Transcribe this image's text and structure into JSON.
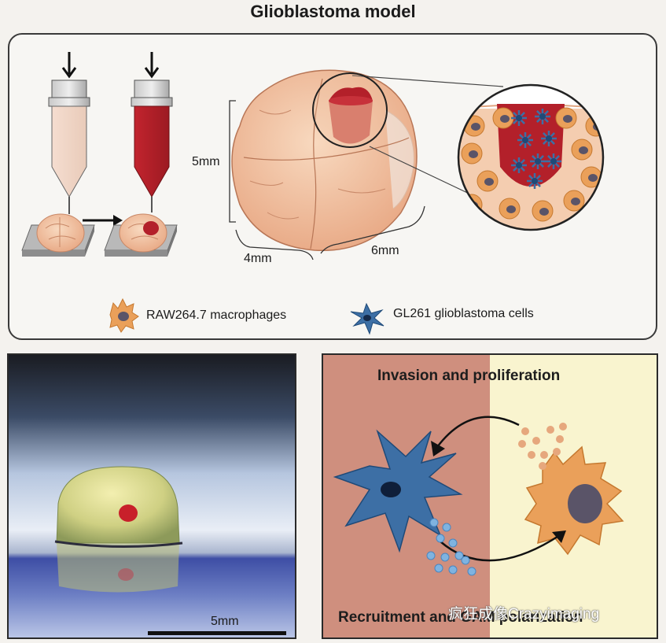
{
  "title": "Glioblastoma model",
  "dimensions": {
    "height": "5mm",
    "depth": "4mm",
    "width": "6mm"
  },
  "legend": {
    "macrophages": "RAW264.7 macrophages",
    "glioblastoma": "GL261 glioblastoma cells"
  },
  "photo": {
    "scale_bar_label": "5mm"
  },
  "interaction": {
    "top_label": "Invasion and proliferation",
    "bottom_label": "Recruitment and GAM polarization"
  },
  "watermark": "疯狂成像Crazyimaging",
  "colors": {
    "tissue": "#f2c6a6",
    "tumor_red": "#b3202a",
    "macrophage_orange": "#eaa05a",
    "glioblastoma_blue": "#3d6fa5",
    "left_bg": "#cf8f7e",
    "right_bg": "#f9f4cf"
  }
}
